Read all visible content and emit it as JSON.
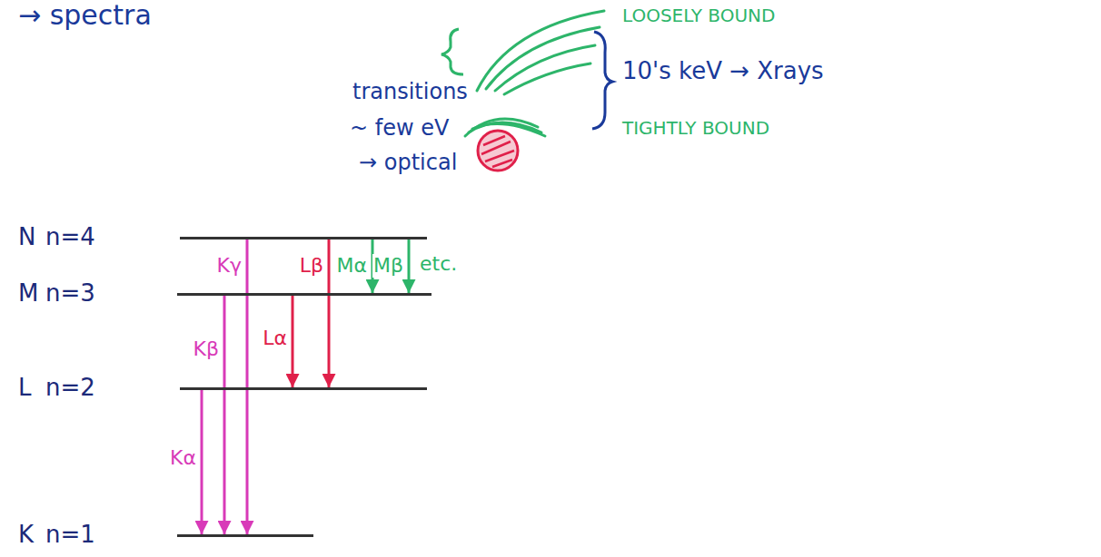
{
  "diagram": {
    "nodes": [
      {
        "text": [
          "N",
          "n=4"
        ]
      },
      {
        "text": [
          "M",
          "n=3"
        ]
      },
      {
        "text": [
          "L",
          "n=2"
        ]
      },
      {
        "text": [
          "K",
          "n=1"
        ]
      }
    ],
    "edges": [
      {
        "from": 0,
        "to": 3,
        "arrow": "to",
        "label": "Kγ"
      },
      {
        "from": 0,
        "to": 2,
        "arrow": "to",
        "label": "Lβ"
      },
      {
        "from": 0,
        "to": 1,
        "arrow": "to",
        "label": "Mα"
      },
      {
        "from": 0,
        "to": 1,
        "arrow": "to",
        "label": "Mβ"
      },
      {
        "from": 1,
        "to": 3,
        "arrow": "to",
        "label": "Kβ"
      },
      {
        "from": 1,
        "to": 2,
        "arrow": "to",
        "label": "Lα"
      },
      {
        "from": 2,
        "to": 3,
        "arrow": "to",
        "label": "Kα"
      }
    ],
    "labels": [
      "→ spectra",
      "LOOSELY BOUND",
      "10's keV → Xrays",
      "TIGHTLY BOUND",
      "transitions",
      "~ few eV",
      "→ optical",
      "etc."
    ]
  }
}
